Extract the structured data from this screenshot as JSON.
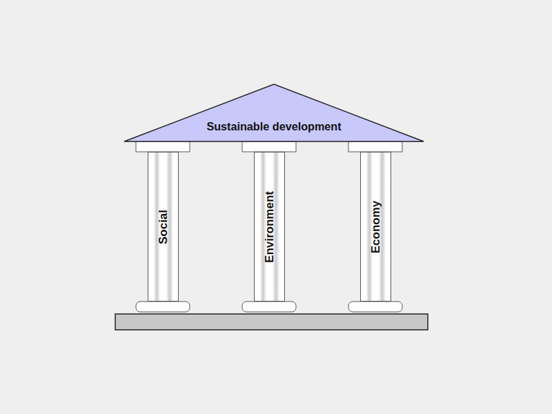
{
  "diagram": {
    "nodes": [
      {
        "text": [
          "Sustainable development"
        ]
      },
      {
        "text": [
          "Social"
        ]
      },
      {
        "text": [
          "Environment"
        ]
      },
      {
        "text": [
          "Economy"
        ]
      }
    ]
  }
}
